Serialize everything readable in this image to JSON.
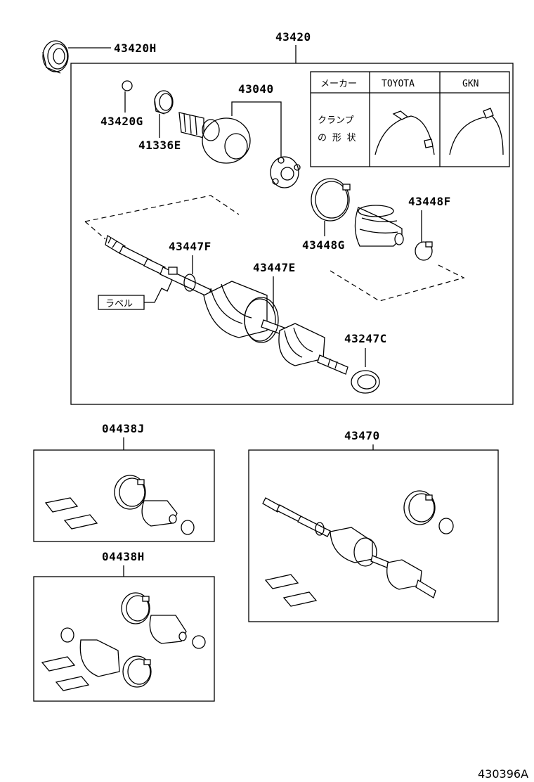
{
  "diagram": {
    "labels": {
      "p43420H": "43420H",
      "p43420": "43420",
      "p43040": "43040",
      "p43420G": "43420G",
      "p41336E": "41336E",
      "p43448F": "43448F",
      "p43448G": "43448G",
      "p43447F": "43447F",
      "p43447E": "43447E",
      "p43247C": "43247C",
      "p04438J": "04438J",
      "p04438H": "04438H",
      "p43470": "43470",
      "label_tag": "ラベル",
      "drawing_number": "430396A"
    },
    "clamp_table": {
      "header_maker": "メーカー",
      "header_toyota": "TOYOTA",
      "header_gkn": "GKN",
      "row_line1": "クランプ",
      "row_line2": "の 形 状"
    }
  }
}
